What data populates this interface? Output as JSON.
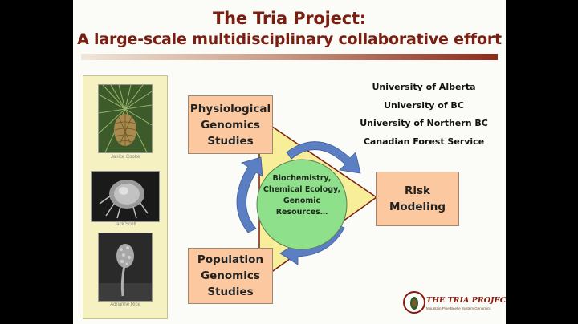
{
  "slide": {
    "title_line1": "The Tria Project:",
    "title_line2": "A large-scale multidisciplinary collaborative effort"
  },
  "photos": [
    {
      "caption": "Janice Cooke",
      "subject": "pine-cone"
    },
    {
      "caption": "Jack Scott",
      "subject": "beetle-micrograph"
    },
    {
      "caption": "Adrianne Rice",
      "subject": "fungus-micrograph"
    }
  ],
  "diagram": {
    "boxes": {
      "physiological": [
        "Physiological",
        "Genomics",
        "Studies"
      ],
      "risk": [
        "Risk",
        "Modeling"
      ],
      "population": [
        "Population",
        "Genomics",
        "Studies"
      ]
    },
    "center": [
      "Biochemistry,",
      "Chemical Ecology,",
      "Genomic",
      "Resources…"
    ],
    "colors": {
      "triangle": "#f8ee9a",
      "boxes": "#fbc89f",
      "center_circle": "#8fe08b",
      "arrows": "#5b7fc2"
    }
  },
  "institutions": [
    "University of Alberta",
    "University of BC",
    "University of Northern BC",
    "Canadian Forest Service"
  ],
  "logo": {
    "title": "THE TRIA PROJECT",
    "subtitle": "Mountain Pine Beetle System Genomics"
  }
}
